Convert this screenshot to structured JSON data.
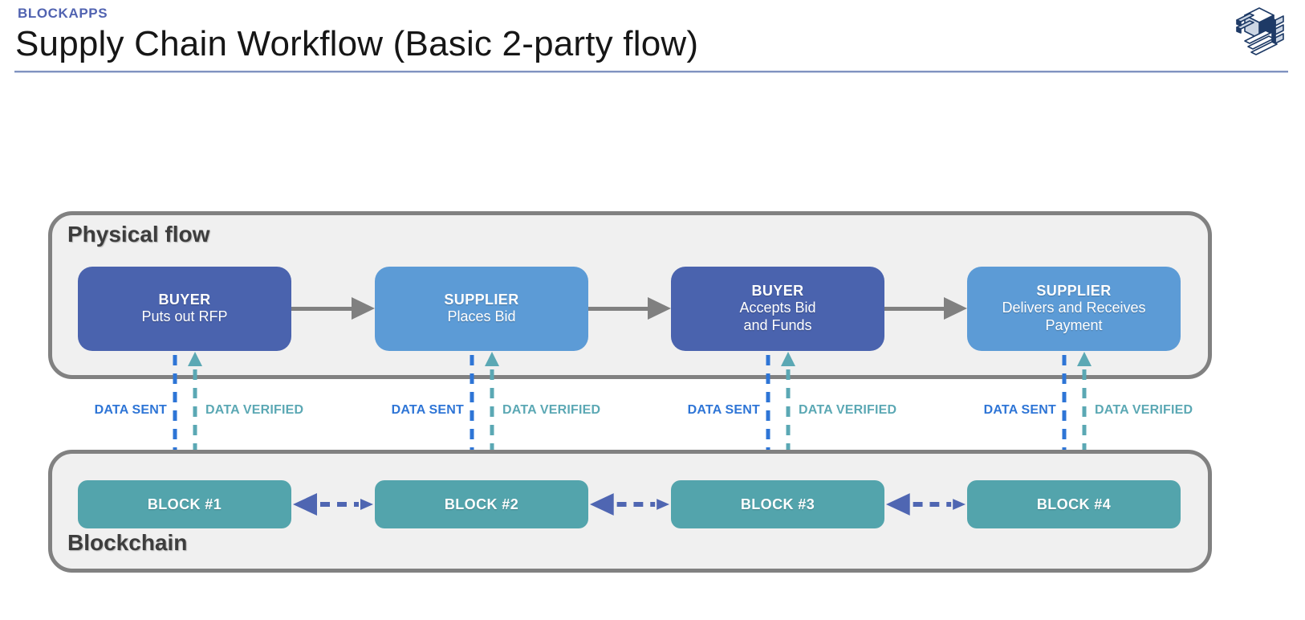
{
  "header": {
    "brand": "BLOCKAPPS",
    "title": "Supply Chain Workflow (Basic 2-party flow)",
    "logo": "blockapps-isometric-cube-logo"
  },
  "physical_flow": {
    "label": "Physical flow",
    "steps": [
      {
        "actor": "BUYER",
        "action": "Puts out RFP"
      },
      {
        "actor": "SUPPLIER",
        "action": "Places Bid"
      },
      {
        "actor": "BUYER",
        "action": "Accepts Bid\nand Funds"
      },
      {
        "actor": "SUPPLIER",
        "action": "Delivers and Receives\nPayment"
      }
    ]
  },
  "data_links": {
    "sent_label": "DATA SENT",
    "verified_label": "DATA VERIFIED",
    "pairs": 4
  },
  "blockchain": {
    "label": "Blockchain",
    "blocks": [
      {
        "label": "BLOCK #1"
      },
      {
        "label": "BLOCK #2"
      },
      {
        "label": "BLOCK #3"
      },
      {
        "label": "BLOCK #4"
      }
    ]
  },
  "colors": {
    "buyer_box": "#4a63ae",
    "supplier_box": "#5c9bd6",
    "block_box": "#53a4ac",
    "data_sent": "#2e75d6",
    "data_verified": "#5ba8b4",
    "container_border": "#818181",
    "container_bg": "#f0f0f0",
    "flow_arrow": "#808080",
    "chain_arrow": "#4f66b2",
    "brand": "#5163b1",
    "rule": "#8093c0",
    "heading": "#3d3d3d"
  }
}
